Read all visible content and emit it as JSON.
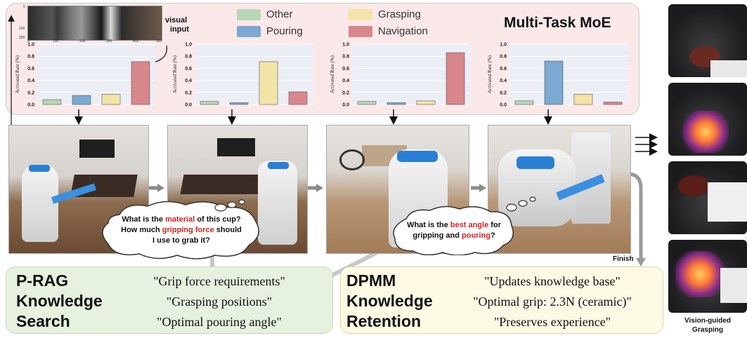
{
  "moe": {
    "title": "Multi-Task MoE",
    "legend": [
      {
        "label": "Other",
        "color": "#b9d7b4"
      },
      {
        "label": "Pouring",
        "color": "#7ba9d1"
      },
      {
        "label": "Grasping",
        "color": "#f2e3a7"
      },
      {
        "label": "Navigation",
        "color": "#d8868c"
      }
    ],
    "visual_input_label_1": "visual",
    "visual_input_label_2": "input",
    "image_axis": {
      "x_ticks": [
        "0",
        "100",
        "200",
        "300",
        "400",
        "500"
      ],
      "y_ticks": [
        "0",
        "100",
        "200"
      ]
    }
  },
  "chart_data": [
    {
      "type": "bar",
      "categories": [
        "Other",
        "Pouring",
        "Grasping",
        "Navigation"
      ],
      "values": [
        0.08,
        0.15,
        0.17,
        0.71
      ],
      "ylabel": "Activated Rate (%)",
      "ylim": [
        0,
        1.0
      ],
      "y_ticks": [
        "0.0",
        "0.2",
        "0.4",
        "0.6",
        "0.8",
        "1.0"
      ],
      "colors": [
        "#b9d7b4",
        "#7ba9d1",
        "#f2e3a7",
        "#d8868c"
      ]
    },
    {
      "type": "bar",
      "categories": [
        "Other",
        "Pouring",
        "Grasping",
        "Navigation"
      ],
      "values": [
        0.05,
        0.03,
        0.71,
        0.21
      ],
      "ylabel": "Activated Rate (%)",
      "ylim": [
        0,
        1.0
      ],
      "y_ticks": [
        "0.0",
        "0.2",
        "0.4",
        "0.6",
        "0.8",
        "1.0"
      ],
      "colors": [
        "#b9d7b4",
        "#7ba9d1",
        "#f2e3a7",
        "#d8868c"
      ]
    },
    {
      "type": "bar",
      "categories": [
        "Other",
        "Pouring",
        "Grasping",
        "Navigation"
      ],
      "values": [
        0.05,
        0.03,
        0.06,
        0.86
      ],
      "ylabel": "Activated Rate (%)",
      "ylim": [
        0,
        1.0
      ],
      "y_ticks": [
        "0.0",
        "0.2",
        "0.4",
        "0.6",
        "0.8",
        "1.0"
      ],
      "colors": [
        "#b9d7b4",
        "#7ba9d1",
        "#f2e3a7",
        "#d8868c"
      ]
    },
    {
      "type": "bar",
      "categories": [
        "Other",
        "Pouring",
        "Grasping",
        "Navigation"
      ],
      "values": [
        0.06,
        0.72,
        0.17,
        0.04
      ],
      "ylabel": "Activated Rate (%)",
      "ylim": [
        0,
        1.0
      ],
      "y_ticks": [
        "0.0",
        "0.2",
        "0.4",
        "0.6",
        "0.8",
        "1.0"
      ],
      "colors": [
        "#b9d7b4",
        "#7ba9d1",
        "#f2e3a7",
        "#d8868c"
      ]
    }
  ],
  "bubbles": {
    "left": {
      "line1_pre": "What is the ",
      "line1_red": "material",
      "line1_post": " of this cup?",
      "line2_pre": "How much ",
      "line2_red": "gripping force",
      "line2_post": " should",
      "line3": "I use to grab it?"
    },
    "right": {
      "line1_pre": "What is the ",
      "line1_red": "best angle",
      "line1_post": " for",
      "line2_pre": "gripping and ",
      "line2_red": "pouring",
      "line2_post": "?"
    }
  },
  "finish_label": "Finish",
  "prag": {
    "title_lines": [
      "P-RAG",
      "Knowledge",
      "Search"
    ],
    "quotes": [
      "\"Grip force requirements\"",
      "\"Grasping positions\"",
      "\"Optimal pouring angle\""
    ]
  },
  "dpmm": {
    "title_lines": [
      "DPMM",
      "Knowledge",
      "Retention"
    ],
    "quotes": [
      "\"Updates knowledge base\"",
      "\"Optimal grip: 2.3N (ceramic)\"",
      "\"Preserves experience\""
    ]
  },
  "side_caption": [
    "Vision-guided",
    "Grasping"
  ]
}
